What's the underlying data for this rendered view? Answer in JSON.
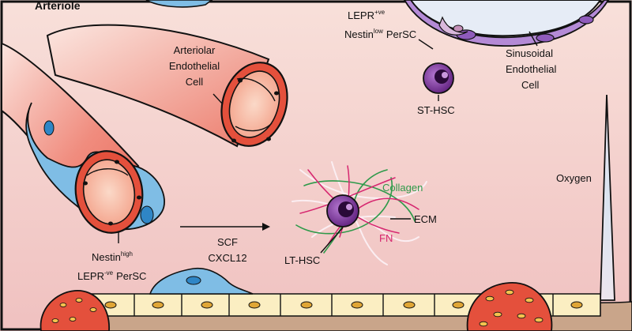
{
  "labels": {
    "arteriole": "Arteriole",
    "arteriolar_cell_1": "Arteriolar",
    "arteriolar_cell_2": "Endothelial",
    "arteriolar_cell_3": "Cell",
    "lepr_pos": "LEPR",
    "lepr_pos_sup": "+ve",
    "nestin_low": "Nestin",
    "nestin_low_sup": "low",
    "persc_1": "PerSC",
    "sinusoidal_1": "Sinusoidal",
    "sinusoidal_2": "Endothelial",
    "sinusoidal_3": "Cell",
    "st_hsc": "ST-HSC",
    "collagen": "Collagen",
    "ecm": "ECM",
    "fn": "FN",
    "lt_hsc": "LT-HSC",
    "oxygen": "Oxygen",
    "scf": "SCF",
    "cxcl12": "CXCL12",
    "nestin_high": "Nestin",
    "nestin_high_sup": "high",
    "lepr_neg": "LEPR",
    "lepr_neg_sup": "-ve",
    "persc_2": "PerSC"
  },
  "colors": {
    "background_top": "#f6d9d4",
    "background_bottom": "#f1c7c4",
    "arteriole": "#f28a7c",
    "endothelial_ring": "#e4503c",
    "pericyte_blue": "#7fbde5",
    "sinusoid_purple": "#b48ad6",
    "hsc_purple": "#7a2a92",
    "collagen_green": "#2e9a4a",
    "fn_pink": "#d6266f",
    "bone_lining": "#fbeec2"
  }
}
